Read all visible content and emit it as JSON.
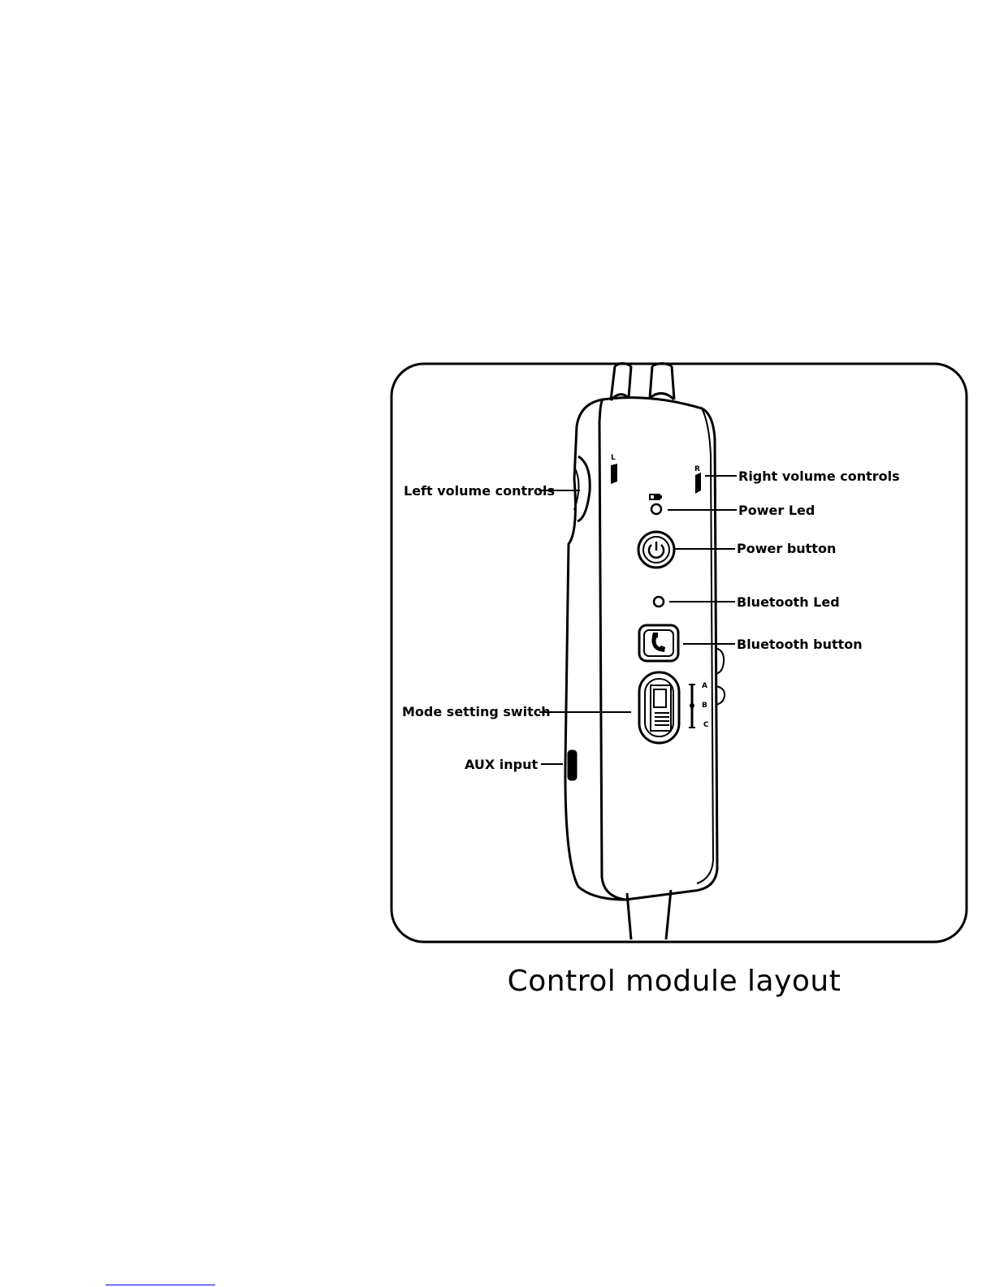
{
  "figure": {
    "caption": "Control module layout",
    "labels": {
      "left_volume": "Left volume controls",
      "right_volume": "Right volume controls",
      "power_led": "Power Led",
      "power_button": "Power button",
      "bluetooth_led": "Bluetooth Led",
      "bluetooth_button": "Bluetooth button",
      "mode_switch": "Mode setting switch",
      "aux_input": "AUX input"
    },
    "side_marks": {
      "left": "L",
      "right": "R"
    },
    "mode_positions": [
      "A",
      "B",
      "C"
    ]
  },
  "colors": {
    "ink": "#000000",
    "background": "#ffffff",
    "footer_rule": "#0000ff"
  },
  "icons": {
    "power": "power-icon",
    "phone": "phone-icon",
    "battery": "battery-icon"
  }
}
